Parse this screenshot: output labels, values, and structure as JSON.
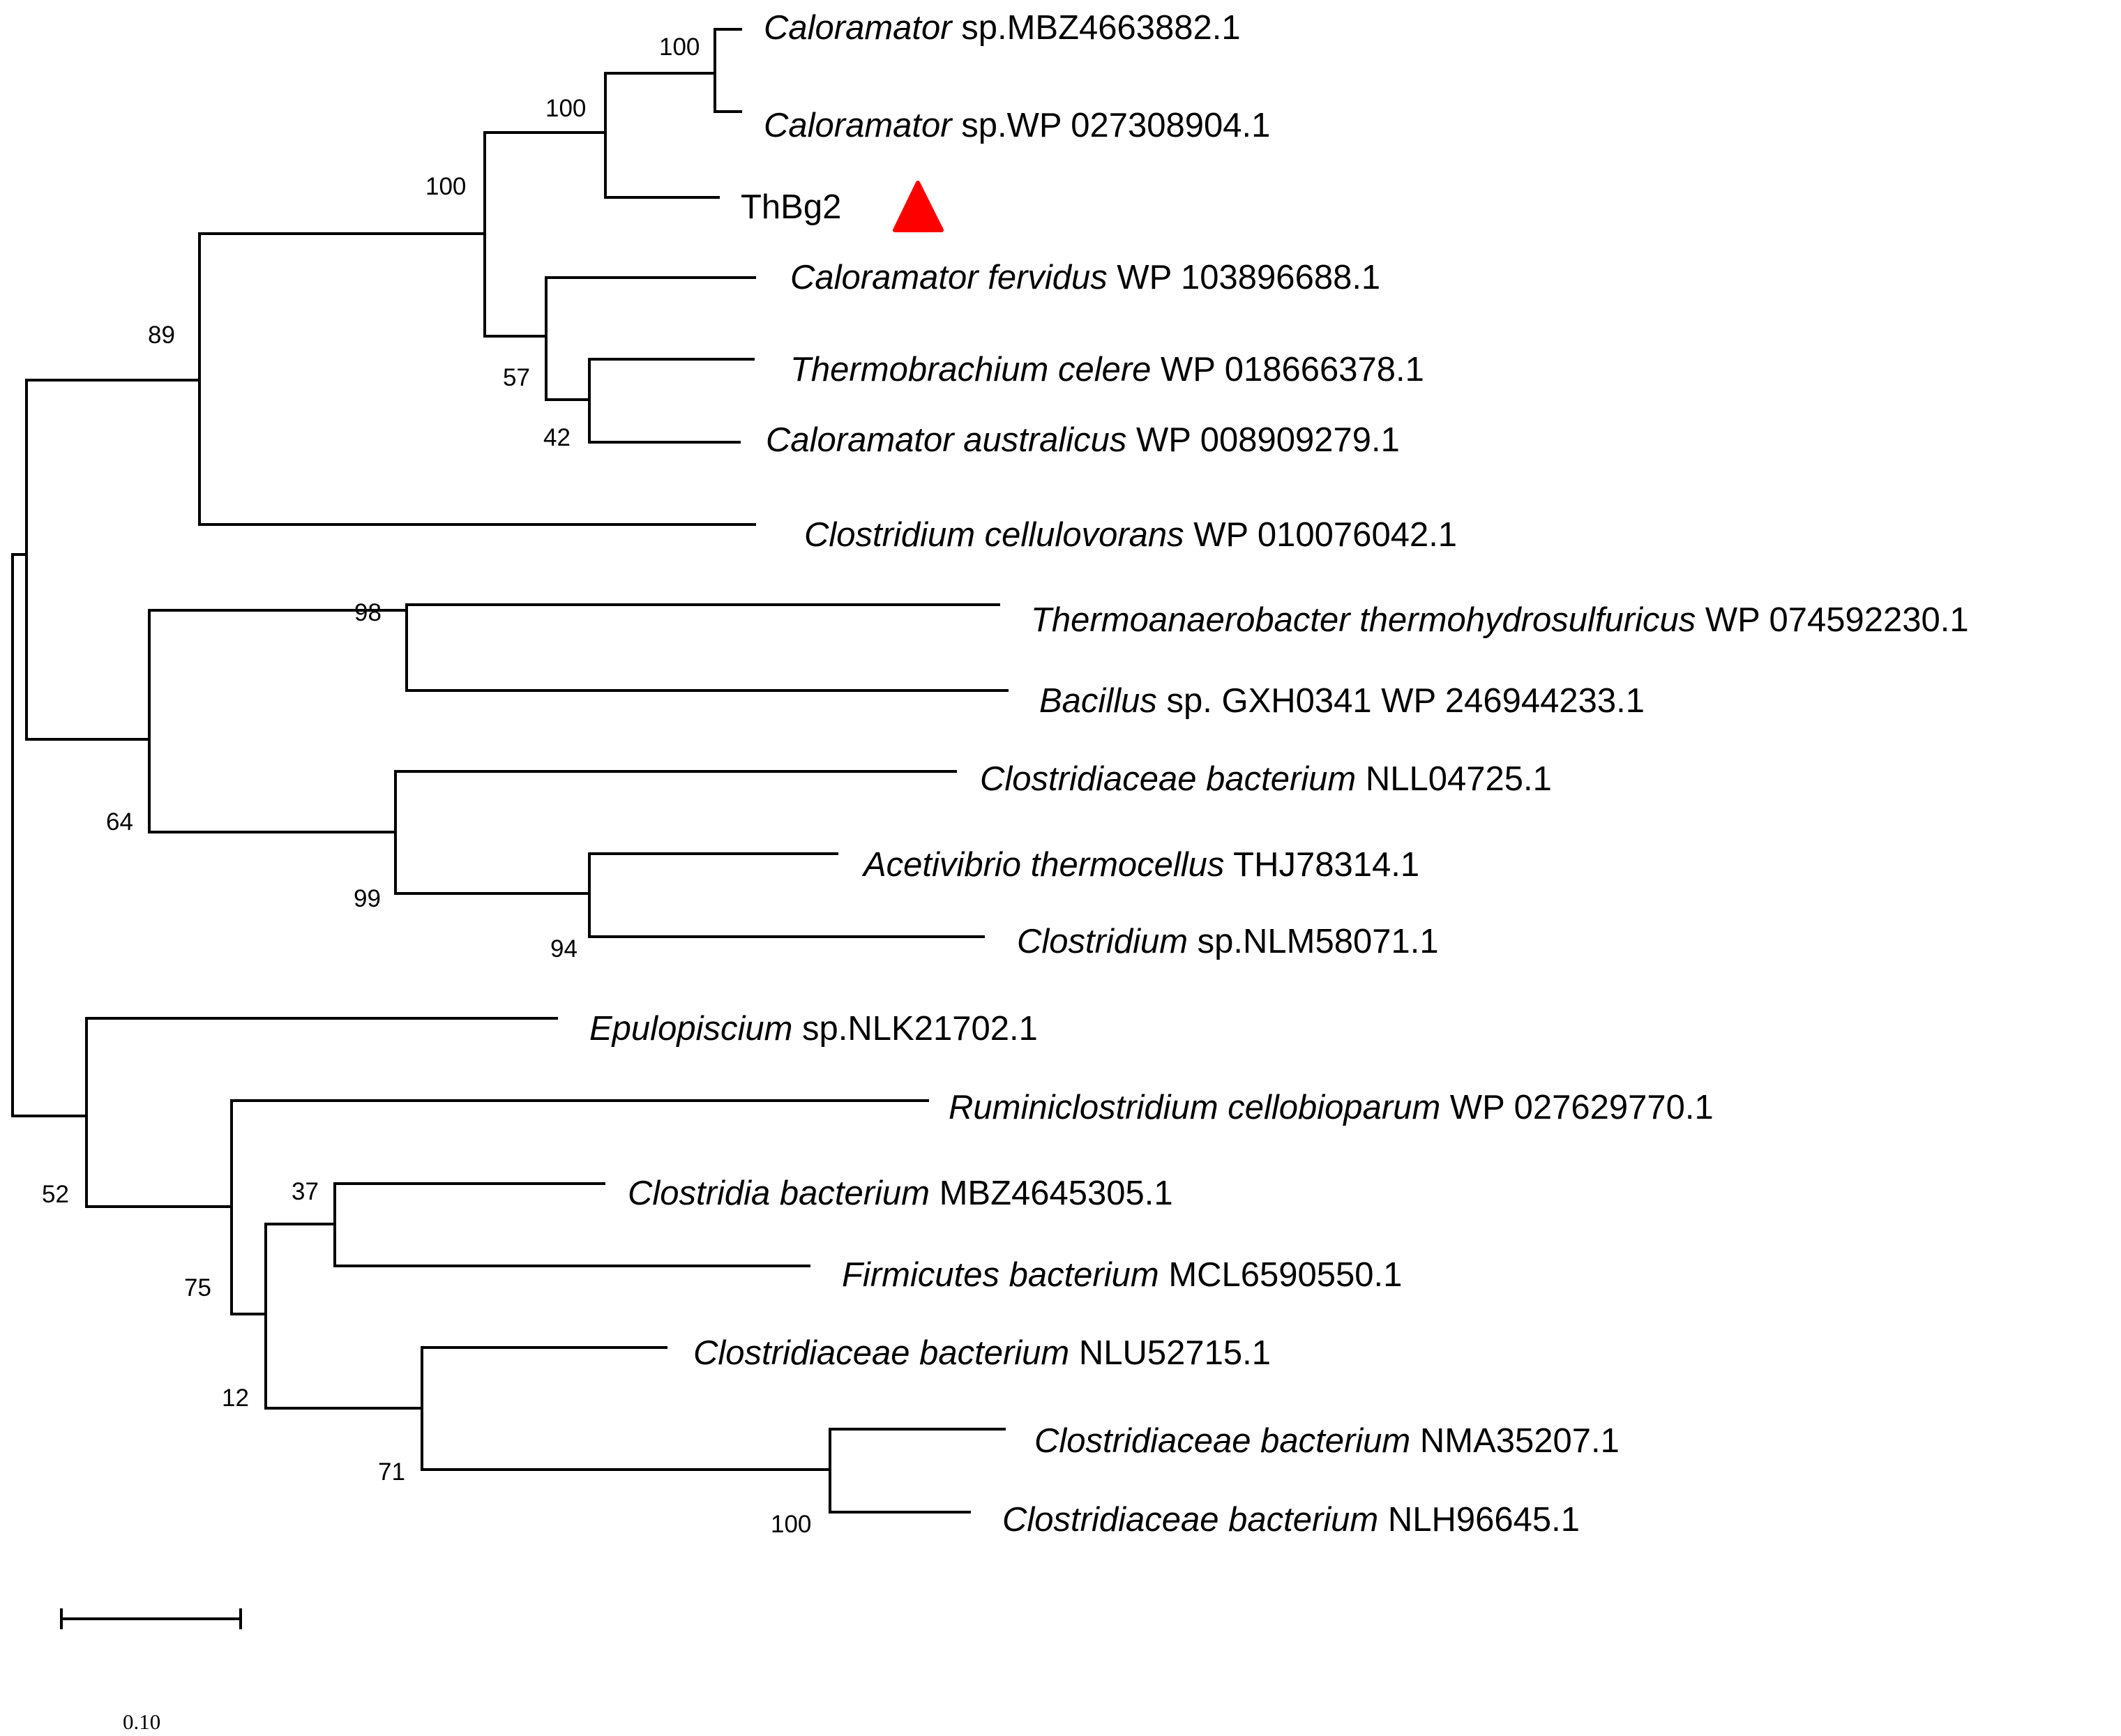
{
  "tree": {
    "taxa": [
      {
        "id": "t1",
        "italic": "Caloramator",
        "rest": " sp.MBZ4663882.1"
      },
      {
        "id": "t2",
        "italic": "Caloramator",
        "rest": " sp.WP 027308904.1"
      },
      {
        "id": "t3",
        "italic": "",
        "rest": "ThBg2",
        "marker": "red-triangle"
      },
      {
        "id": "t4",
        "italic": "Caloramator fervidus",
        "rest": " WP 103896688.1"
      },
      {
        "id": "t5",
        "italic": "Thermobrachium celere",
        "rest": " WP 018666378.1"
      },
      {
        "id": "t6",
        "italic": "Caloramator australicus",
        "rest": " WP 008909279.1"
      },
      {
        "id": "t7",
        "italic": "Clostridium cellulovorans",
        "rest": " WP 010076042.1"
      },
      {
        "id": "t8",
        "italic": "Thermoanaerobacter thermohydrosulfuricus",
        "rest": " WP 074592230.1"
      },
      {
        "id": "t9",
        "italic": "Bacillus",
        "rest": " sp. GXH0341 WP 246944233.1"
      },
      {
        "id": "t10",
        "italic": "Clostridiaceae bacterium",
        "rest": " NLL04725.1"
      },
      {
        "id": "t11",
        "italic": "Acetivibrio thermocellus",
        "rest": " THJ78314.1"
      },
      {
        "id": "t12",
        "italic": "Clostridium",
        "rest": " sp.NLM58071.1"
      },
      {
        "id": "t13",
        "italic": "Epulopiscium",
        "rest": " sp.NLK21702.1"
      },
      {
        "id": "t14",
        "italic": "Ruminiclostridium cellobioparum",
        "rest": " WP 027629770.1"
      },
      {
        "id": "t15",
        "italic": "Clostridia bacterium",
        "rest": " MBZ4645305.1"
      },
      {
        "id": "t16",
        "italic": "Firmicutes bacterium",
        "rest": " MCL6590550.1"
      },
      {
        "id": "t17",
        "italic": "Clostridiaceae bacterium",
        "rest": " NLU52715.1"
      },
      {
        "id": "t18",
        "italic": "Clostridiaceae bacterium",
        "rest": " NMA35207.1"
      },
      {
        "id": "t19",
        "italic": "Clostridiaceae bacterium",
        "rest": " NLH96645.1"
      }
    ],
    "supports": [
      "100",
      "100",
      "100",
      "57",
      "42",
      "89",
      "98",
      "99",
      "94",
      "64",
      "37",
      "12",
      "75",
      "71",
      "100",
      "52"
    ],
    "scale_bar": {
      "label": "0.10"
    },
    "colors": {
      "branch": "#000000",
      "marker": "#ff0000",
      "text": "#000000"
    }
  }
}
